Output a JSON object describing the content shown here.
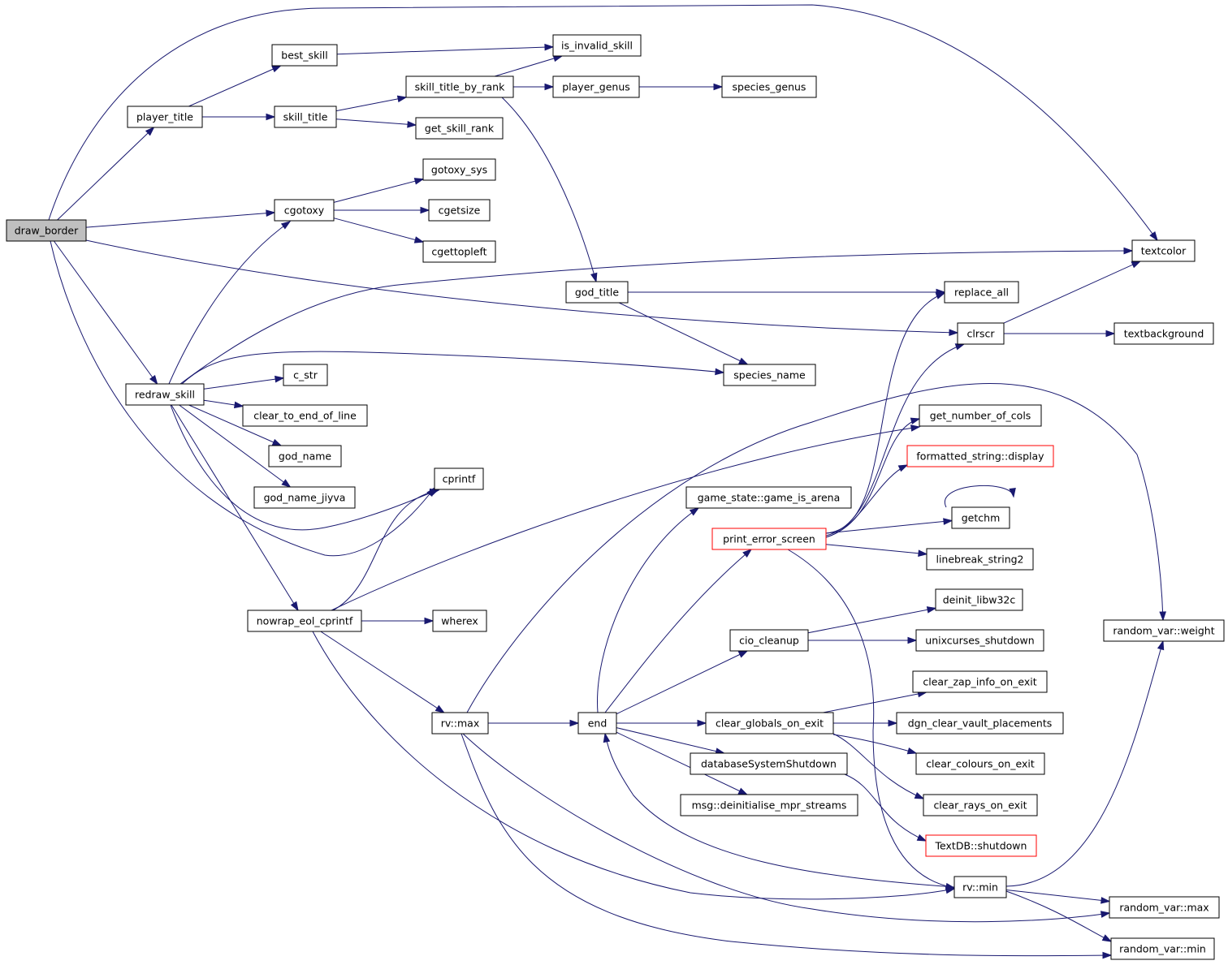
{
  "colors": {
    "edge": "#191970",
    "root_fill": "#bfbfbf",
    "red_border": "#ff0000"
  },
  "nodes": [
    {
      "id": "draw_border",
      "label": "draw_border",
      "style": "root"
    },
    {
      "id": "player_title",
      "label": "player_title"
    },
    {
      "id": "best_skill",
      "label": "best_skill"
    },
    {
      "id": "is_invalid_skill",
      "label": "is_invalid_skill"
    },
    {
      "id": "skill_title_by_rank",
      "label": "skill_title_by_rank"
    },
    {
      "id": "player_genus",
      "label": "player_genus"
    },
    {
      "id": "species_genus",
      "label": "species_genus"
    },
    {
      "id": "skill_title",
      "label": "skill_title"
    },
    {
      "id": "get_skill_rank",
      "label": "get_skill_rank"
    },
    {
      "id": "gotoxy_sys",
      "label": "gotoxy_sys"
    },
    {
      "id": "cgotoxy",
      "label": "cgotoxy"
    },
    {
      "id": "cgetsize",
      "label": "cgetsize"
    },
    {
      "id": "cgettopleft",
      "label": "cgettopleft"
    },
    {
      "id": "textcolor",
      "label": "textcolor"
    },
    {
      "id": "god_title",
      "label": "god_title"
    },
    {
      "id": "replace_all",
      "label": "replace_all"
    },
    {
      "id": "clrscr",
      "label": "clrscr"
    },
    {
      "id": "textbackground",
      "label": "textbackground"
    },
    {
      "id": "c_str",
      "label": "c_str"
    },
    {
      "id": "species_name",
      "label": "species_name"
    },
    {
      "id": "redraw_skill",
      "label": "redraw_skill"
    },
    {
      "id": "clear_to_end_of_line",
      "label": "clear_to_end_of_line"
    },
    {
      "id": "get_number_of_cols",
      "label": "get_number_of_cols"
    },
    {
      "id": "god_name",
      "label": "god_name"
    },
    {
      "id": "formatted_string_display",
      "label": "formatted_string::display",
      "style": "red"
    },
    {
      "id": "cprintf",
      "label": "cprintf"
    },
    {
      "id": "god_name_jiyva",
      "label": "god_name_jiyva"
    },
    {
      "id": "game_is_arena",
      "label": "game_state::game_is_arena"
    },
    {
      "id": "getchm",
      "label": "getchm"
    },
    {
      "id": "print_error_screen",
      "label": "print_error_screen",
      "style": "red"
    },
    {
      "id": "linebreak_string2",
      "label": "linebreak_string2"
    },
    {
      "id": "deinit_libw32c",
      "label": "deinit_libw32c"
    },
    {
      "id": "nowrap_eol_cprintf",
      "label": "nowrap_eol_cprintf"
    },
    {
      "id": "wherex",
      "label": "wherex"
    },
    {
      "id": "random_var_weight",
      "label": "random_var::weight"
    },
    {
      "id": "cio_cleanup",
      "label": "cio_cleanup"
    },
    {
      "id": "unixcurses_shutdown",
      "label": "unixcurses_shutdown"
    },
    {
      "id": "clear_zap_info_on_exit",
      "label": "clear_zap_info_on_exit"
    },
    {
      "id": "rv_max",
      "label": "rv::max"
    },
    {
      "id": "end",
      "label": "end"
    },
    {
      "id": "clear_globals_on_exit",
      "label": "clear_globals_on_exit"
    },
    {
      "id": "dgn_clear_vault_placements",
      "label": "dgn_clear_vault_placements"
    },
    {
      "id": "databaseSystemShutdown",
      "label": "databaseSystemShutdown"
    },
    {
      "id": "clear_colours_on_exit",
      "label": "clear_colours_on_exit"
    },
    {
      "id": "msg_deinitialise",
      "label": "msg::deinitialise_mpr_streams"
    },
    {
      "id": "clear_rays_on_exit",
      "label": "clear_rays_on_exit"
    },
    {
      "id": "textdb_shutdown",
      "label": "TextDB::shutdown",
      "style": "red"
    },
    {
      "id": "rv_min",
      "label": "rv::min"
    },
    {
      "id": "random_var_max",
      "label": "random_var::max"
    },
    {
      "id": "random_var_min",
      "label": "random_var::min"
    }
  ],
  "edges": [
    [
      "draw_border",
      "player_title"
    ],
    [
      "draw_border",
      "cgotoxy"
    ],
    [
      "draw_border",
      "textcolor"
    ],
    [
      "draw_border",
      "clrscr"
    ],
    [
      "draw_border",
      "redraw_skill"
    ],
    [
      "draw_border",
      "cprintf"
    ],
    [
      "player_title",
      "best_skill"
    ],
    [
      "player_title",
      "skill_title"
    ],
    [
      "best_skill",
      "is_invalid_skill"
    ],
    [
      "skill_title",
      "skill_title_by_rank"
    ],
    [
      "skill_title",
      "get_skill_rank"
    ],
    [
      "skill_title_by_rank",
      "is_invalid_skill"
    ],
    [
      "skill_title_by_rank",
      "player_genus"
    ],
    [
      "skill_title_by_rank",
      "god_title"
    ],
    [
      "player_genus",
      "species_genus"
    ],
    [
      "cgotoxy",
      "gotoxy_sys"
    ],
    [
      "cgotoxy",
      "cgetsize"
    ],
    [
      "cgotoxy",
      "cgettopleft"
    ],
    [
      "god_title",
      "replace_all"
    ],
    [
      "god_title",
      "species_name"
    ],
    [
      "clrscr",
      "textcolor"
    ],
    [
      "clrscr",
      "textbackground"
    ],
    [
      "redraw_skill",
      "cgotoxy"
    ],
    [
      "redraw_skill",
      "textcolor"
    ],
    [
      "redraw_skill",
      "species_name"
    ],
    [
      "redraw_skill",
      "c_str"
    ],
    [
      "redraw_skill",
      "clear_to_end_of_line"
    ],
    [
      "redraw_skill",
      "god_name"
    ],
    [
      "redraw_skill",
      "god_name_jiyva"
    ],
    [
      "redraw_skill",
      "cprintf"
    ],
    [
      "redraw_skill",
      "nowrap_eol_cprintf"
    ],
    [
      "nowrap_eol_cprintf",
      "get_number_of_cols"
    ],
    [
      "nowrap_eol_cprintf",
      "cprintf"
    ],
    [
      "nowrap_eol_cprintf",
      "wherex"
    ],
    [
      "nowrap_eol_cprintf",
      "rv_max"
    ],
    [
      "nowrap_eol_cprintf",
      "rv_min"
    ],
    [
      "rv_max",
      "end"
    ],
    [
      "rv_max",
      "random_var_weight"
    ],
    [
      "rv_max",
      "random_var_max"
    ],
    [
      "rv_max",
      "random_var_min"
    ],
    [
      "end",
      "game_is_arena"
    ],
    [
      "end",
      "print_error_screen"
    ],
    [
      "end",
      "cio_cleanup"
    ],
    [
      "end",
      "clear_globals_on_exit"
    ],
    [
      "end",
      "databaseSystemShutdown"
    ],
    [
      "end",
      "msg_deinitialise"
    ],
    [
      "print_error_screen",
      "replace_all"
    ],
    [
      "print_error_screen",
      "clrscr"
    ],
    [
      "print_error_screen",
      "get_number_of_cols"
    ],
    [
      "print_error_screen",
      "formatted_string_display"
    ],
    [
      "print_error_screen",
      "getchm"
    ],
    [
      "print_error_screen",
      "linebreak_string2"
    ],
    [
      "print_error_screen",
      "rv_min"
    ],
    [
      "getchm",
      "getchm"
    ],
    [
      "cio_cleanup",
      "deinit_libw32c"
    ],
    [
      "cio_cleanup",
      "unixcurses_shutdown"
    ],
    [
      "clear_globals_on_exit",
      "clear_zap_info_on_exit"
    ],
    [
      "clear_globals_on_exit",
      "dgn_clear_vault_placements"
    ],
    [
      "clear_globals_on_exit",
      "clear_colours_on_exit"
    ],
    [
      "clear_globals_on_exit",
      "clear_rays_on_exit"
    ],
    [
      "databaseSystemShutdown",
      "textdb_shutdown"
    ],
    [
      "rv_min",
      "end"
    ],
    [
      "rv_min",
      "random_var_weight"
    ],
    [
      "rv_min",
      "random_var_max"
    ],
    [
      "rv_min",
      "random_var_min"
    ]
  ]
}
